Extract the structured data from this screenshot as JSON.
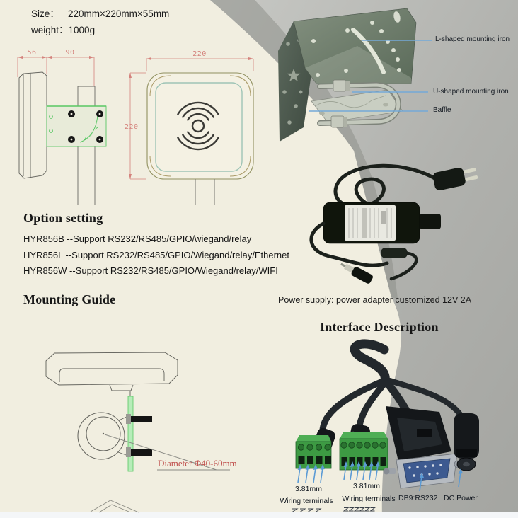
{
  "specs": {
    "size_label": "Size：",
    "size_value": "220mm×220mm×55mm",
    "weight_label": "weight：",
    "weight_value": "1000g"
  },
  "drawings": {
    "side_view": {
      "dim_depth": "56",
      "dim_width": "90"
    },
    "front_view": {
      "dim_top": "220",
      "dim_left": "220"
    },
    "pole_mount": {
      "diameter_label": "Diameter Φ40-60mm"
    }
  },
  "bracket_photo": {
    "labels": [
      "L-shaped mounting iron",
      "U-shaped mounting iron",
      "Baffle"
    ]
  },
  "option_setting": {
    "heading": "Option setting",
    "items": [
      "HYR856B --Support RS232/RS485/GPIO/wiegand/relay",
      "HYR856L --Support RS232/RS485/GPIO/Wiegand/relay/Ethernet",
      "HYR856W --Support RS232/RS485/GPIO/Wiegand/relay/WIFI"
    ]
  },
  "power": {
    "note": "Power supply: power adapter customized 12V 2A"
  },
  "mounting_guide": {
    "heading": "Mounting Guide"
  },
  "interface": {
    "heading": "Interface Description",
    "connectors": [
      {
        "size": "3.81mm",
        "name": "Wiring terminals"
      },
      {
        "size": "3.81mm",
        "name": "Wiring terminals"
      },
      {
        "name": "DB9:RS232"
      },
      {
        "name": "DC Power"
      }
    ]
  },
  "colors": {
    "page_bg": "#f1eee0",
    "photo_gray": "#b0b1ad",
    "leader_blue": "#74a9d8",
    "dim_red": "#d4827c",
    "cad_green": "#58c763",
    "annotation_red": "#c0504d"
  }
}
